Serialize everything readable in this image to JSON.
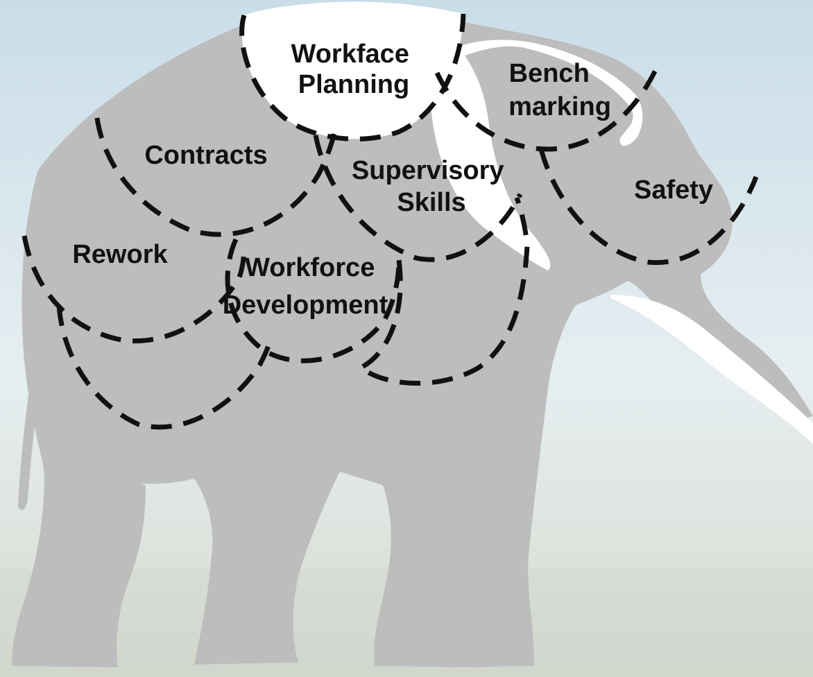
{
  "diagram": {
    "colors": {
      "elephant": "#bdbdbd",
      "tusk": "#ffffff",
      "highlight": "#ffffff",
      "dash": "#111111",
      "sky_top": "#c9dde9",
      "sky_mid": "#e6eef1",
      "ground": "#cfd4cb"
    },
    "segments": [
      {
        "id": "workface-planning",
        "lines": [
          "Workface",
          "Planning"
        ],
        "highlighted": true
      },
      {
        "id": "benchmarking",
        "lines": [
          "Bench",
          "marking"
        ],
        "highlighted": false
      },
      {
        "id": "contracts",
        "lines": [
          "Contracts"
        ],
        "highlighted": false
      },
      {
        "id": "supervisory-skills",
        "lines": [
          "Supervisory",
          "Skills"
        ],
        "highlighted": false
      },
      {
        "id": "safety",
        "lines": [
          "Safety"
        ],
        "highlighted": false
      },
      {
        "id": "rework",
        "lines": [
          "Rework"
        ],
        "highlighted": false
      },
      {
        "id": "workforce-development",
        "lines": [
          "Workforce",
          "Development"
        ],
        "highlighted": false
      }
    ]
  }
}
